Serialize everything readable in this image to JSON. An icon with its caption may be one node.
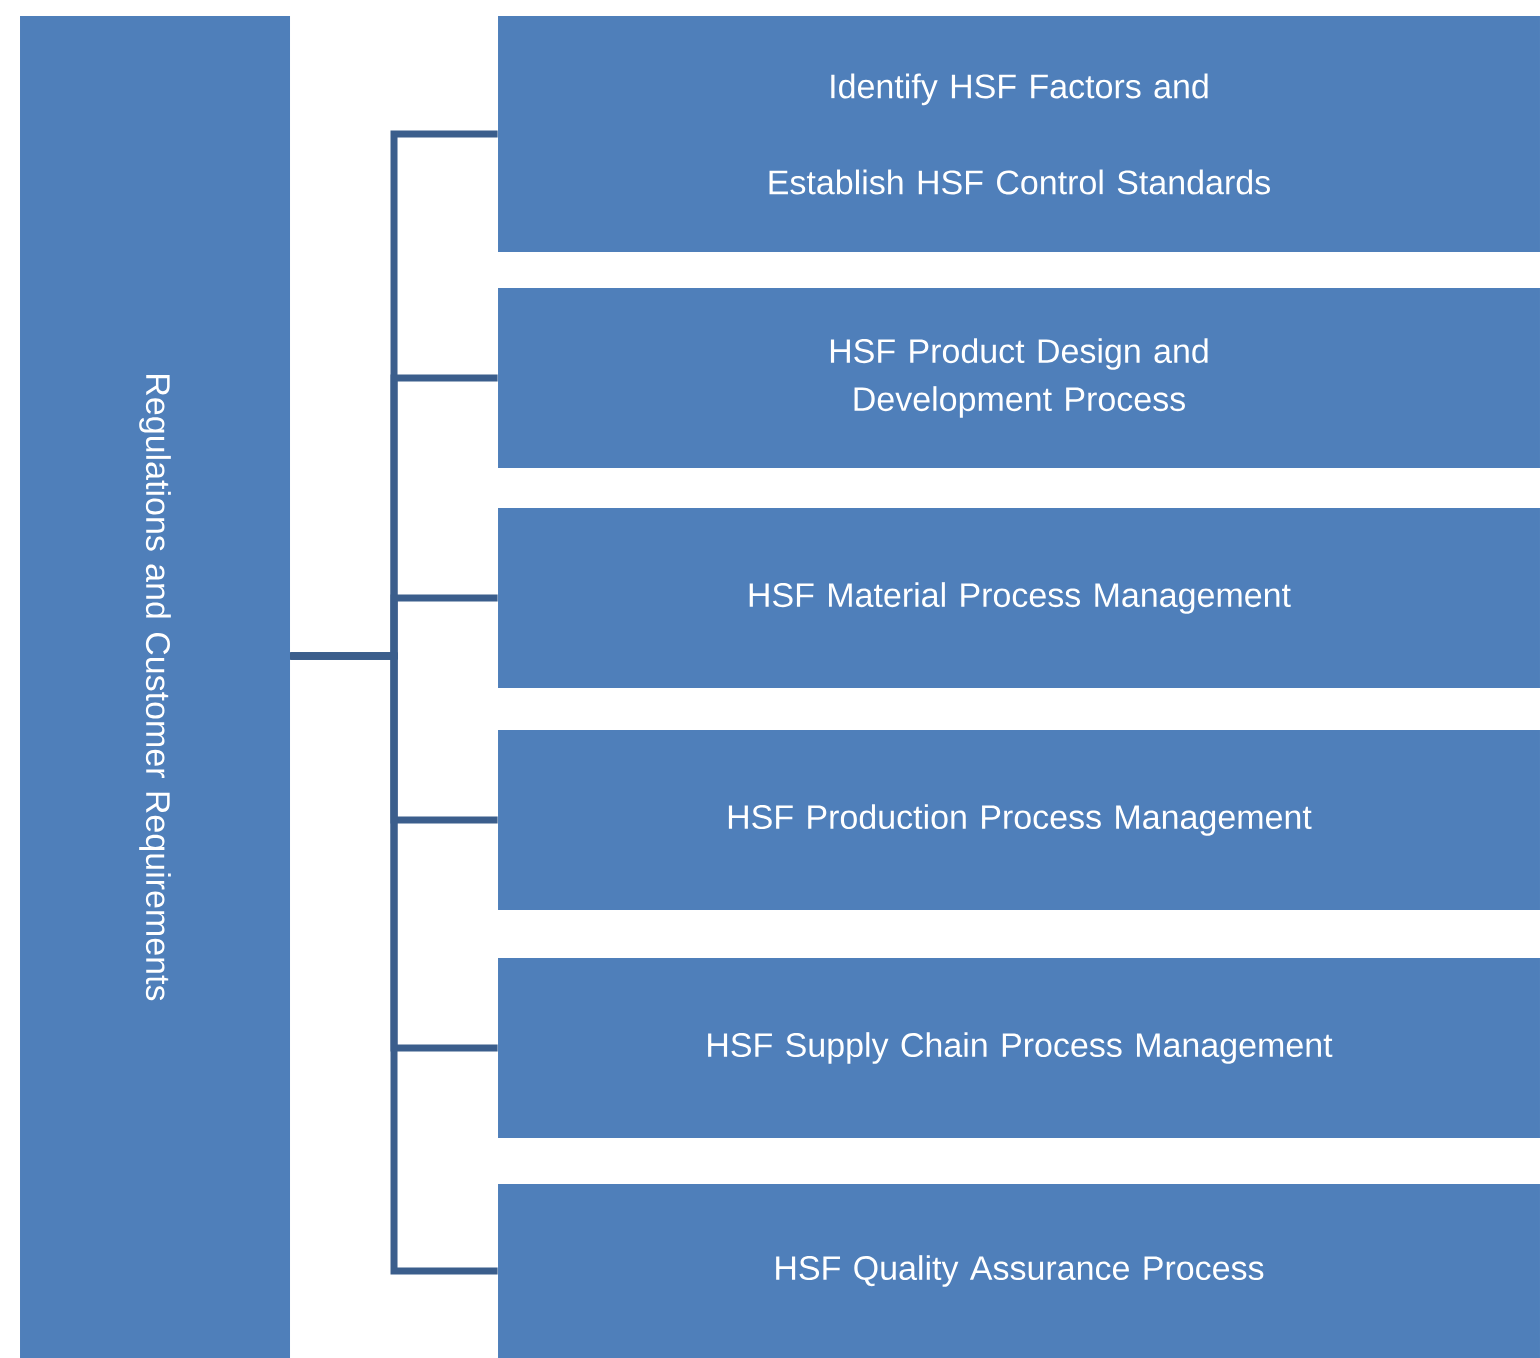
{
  "diagram": {
    "nodes": [
      {
        "text": [
          "Regulations and Customer Requirements"
        ]
      },
      {
        "text": [
          "Identify HSF Factors and Establish HSF Control Standards"
        ]
      },
      {
        "text": [
          "HSF Product Design and Development Process"
        ]
      },
      {
        "text": [
          "HSF Material Process Management"
        ]
      },
      {
        "text": [
          "HSF Production Process Management"
        ]
      },
      {
        "text": [
          "HSF Supply Chain Process Management"
        ]
      },
      {
        "text": [
          "HSF Quality Assurance Process"
        ]
      }
    ],
    "edges": [
      {
        "from": 0,
        "to": 1,
        "arrow": "none"
      },
      {
        "from": 0,
        "to": 2,
        "arrow": "none"
      },
      {
        "from": 0,
        "to": 3,
        "arrow": "none"
      },
      {
        "from": 0,
        "to": 4,
        "arrow": "none"
      },
      {
        "from": 0,
        "to": 5,
        "arrow": "none"
      },
      {
        "from": 0,
        "to": 6,
        "arrow": "none"
      }
    ]
  }
}
